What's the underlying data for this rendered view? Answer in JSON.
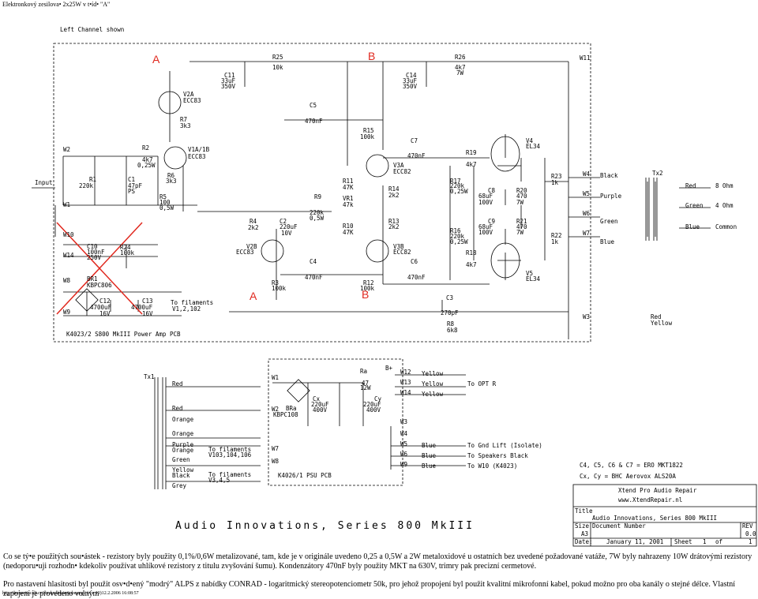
{
  "page": {
    "header": "Elektronkový zesilova• 2x25W v t•íd• \"A\"",
    "footer": "http://home.tiscali.cz/flashedbrain/tubeamp/ (4 z 10)12.2.2006 16:08:57",
    "paragraph1": "Co se tý•e použitých sou•ástek - rezistory byly použity 0,1%/0,6W metalizované, tam, kde je v originále uvedeno 0,25 a 0,5W a 2W metaloxidové u ostatních bez uvedené požadované vatáže, 7W byly nahrazeny 10W drátovými rezistory (nedoporu•uji rozhodn• kdekoliv používat uhlíkové rezistory z titulu zvyšování šumu). Kondenzátory 470nF byly použity MKT na 630V, trimry pak precizní cermetové.",
    "paragraph2": "Pro nastavení hlasitosti byl použit osv•d•ený \"modrý\" ALPS z nabídky CONRAD - logaritmický stereopotenciometr 50k, pro jehož propojení byl použit kvalitní mikrofonní kabel, pokud možno pro oba kanály o stejné délce. Vlastní zapojení je provedeno volným"
  },
  "schematic": {
    "left_channel": "Left Channel shown",
    "series_title": "Audio Innovations, Series 800 MkIII",
    "power_pcb": "K4023/2 S800 MkIII Power Amp PCB",
    "psu_pcb": "K4026/1 PSU PCB",
    "markers": {
      "a1": "A",
      "b1": "B",
      "a2": "A",
      "b2": "B"
    },
    "input": "Input",
    "wires": [
      "W2",
      "W1",
      "W10",
      "W14",
      "W8",
      "W9",
      "W11",
      "W4",
      "W5",
      "W6",
      "W7",
      "W3"
    ],
    "labels": [
      {
        "id": "r25",
        "t": "R25"
      },
      {
        "id": "r25v",
        "t": "10k"
      },
      {
        "id": "c11",
        "t": "C11"
      },
      {
        "id": "c11a",
        "t": "33uF"
      },
      {
        "id": "c11b",
        "t": "350V"
      },
      {
        "id": "v2a",
        "t": "V2A"
      },
      {
        "id": "v2at",
        "t": "ECC83"
      },
      {
        "id": "r26",
        "t": "R26"
      },
      {
        "id": "r26a",
        "t": "4k7"
      },
      {
        "id": "r26b",
        "t": "7W"
      },
      {
        "id": "c14",
        "t": "C14"
      },
      {
        "id": "c14a",
        "t": "33uF"
      },
      {
        "id": "c14b",
        "t": "350V"
      },
      {
        "id": "c5",
        "t": "C5"
      },
      {
        "id": "c5v",
        "t": "470nF"
      },
      {
        "id": "r7",
        "t": "R7"
      },
      {
        "id": "r7v",
        "t": "3k3"
      },
      {
        "id": "r15",
        "t": "R15"
      },
      {
        "id": "r15v",
        "t": "100k"
      },
      {
        "id": "c7",
        "t": "C7"
      },
      {
        "id": "c7v",
        "t": "470nF"
      },
      {
        "id": "v4",
        "t": "V4"
      },
      {
        "id": "v4t",
        "t": "EL34"
      },
      {
        "id": "r2",
        "t": "R2"
      },
      {
        "id": "r2a",
        "t": "4k7"
      },
      {
        "id": "r2b",
        "t": "0,25W"
      },
      {
        "id": "v1a",
        "t": "V1A/1B"
      },
      {
        "id": "v1at",
        "t": "ECC83"
      },
      {
        "id": "r19",
        "t": "R19"
      },
      {
        "id": "r19v",
        "t": "4k7"
      },
      {
        "id": "v3a",
        "t": "V3A"
      },
      {
        "id": "v3at",
        "t": "ECC82"
      },
      {
        "id": "r23",
        "t": "R23"
      },
      {
        "id": "r23v",
        "t": "1k"
      },
      {
        "id": "r1",
        "t": "R1"
      },
      {
        "id": "r1v",
        "t": "220k"
      },
      {
        "id": "c1",
        "t": "C1"
      },
      {
        "id": "c1a",
        "t": "47pF"
      },
      {
        "id": "c1b",
        "t": "PS"
      },
      {
        "id": "r6",
        "t": "R6"
      },
      {
        "id": "r6v",
        "t": "3k3"
      },
      {
        "id": "r11",
        "t": "R11"
      },
      {
        "id": "r11v",
        "t": "47K"
      },
      {
        "id": "r17",
        "t": "R17"
      },
      {
        "id": "r17a",
        "t": "220k"
      },
      {
        "id": "r17b",
        "t": "0,25W"
      },
      {
        "id": "r14",
        "t": "R14"
      },
      {
        "id": "r14v",
        "t": "2k2"
      },
      {
        "id": "c8",
        "t": "C8"
      },
      {
        "id": "c8a",
        "t": "68uF"
      },
      {
        "id": "c8b",
        "t": "100V"
      },
      {
        "id": "r20",
        "t": "R20"
      },
      {
        "id": "r20a",
        "t": "470"
      },
      {
        "id": "r20b",
        "t": "7W"
      },
      {
        "id": "r5",
        "t": "R5"
      },
      {
        "id": "r5a",
        "t": "100"
      },
      {
        "id": "r5b",
        "t": "0,5W"
      },
      {
        "id": "r9",
        "t": "R9"
      },
      {
        "id": "r9a",
        "t": "220k"
      },
      {
        "id": "r9b",
        "t": "0,5W"
      },
      {
        "id": "vr1",
        "t": "VR1"
      },
      {
        "id": "vr1v",
        "t": "47k"
      },
      {
        "id": "r4",
        "t": "R4"
      },
      {
        "id": "r4v",
        "t": "2k2"
      },
      {
        "id": "c2",
        "t": "C2"
      },
      {
        "id": "c2a",
        "t": "220uF"
      },
      {
        "id": "c2b",
        "t": "10V"
      },
      {
        "id": "r10",
        "t": "R10"
      },
      {
        "id": "r10v",
        "t": "47K"
      },
      {
        "id": "r13",
        "t": "R13"
      },
      {
        "id": "r13v",
        "t": "2k2"
      },
      {
        "id": "r16",
        "t": "R16"
      },
      {
        "id": "r16a",
        "t": "220k"
      },
      {
        "id": "r16b",
        "t": "0,25W"
      },
      {
        "id": "c9",
        "t": "C9"
      },
      {
        "id": "c9a",
        "t": "68uF"
      },
      {
        "id": "c9b",
        "t": "100V"
      },
      {
        "id": "r21",
        "t": "R21"
      },
      {
        "id": "r21a",
        "t": "470"
      },
      {
        "id": "r21b",
        "t": "7W"
      },
      {
        "id": "r22",
        "t": "R22"
      },
      {
        "id": "r22v",
        "t": "1k"
      },
      {
        "id": "c10",
        "t": "C10"
      },
      {
        "id": "c10a",
        "t": "100nF"
      },
      {
        "id": "c10b",
        "t": "250V"
      },
      {
        "id": "r24",
        "t": "R24"
      },
      {
        "id": "r24v",
        "t": "100k"
      },
      {
        "id": "v2b",
        "t": "V2B"
      },
      {
        "id": "v2bt",
        "t": "ECC83"
      },
      {
        "id": "v3b",
        "t": "V3B"
      },
      {
        "id": "v3bt",
        "t": "ECC82"
      },
      {
        "id": "r18",
        "t": "R18"
      },
      {
        "id": "r18v",
        "t": "4k7"
      },
      {
        "id": "c4",
        "t": "C4"
      },
      {
        "id": "c4v",
        "t": "470nF"
      },
      {
        "id": "c6",
        "t": "C6"
      },
      {
        "id": "c6v",
        "t": "470nF"
      },
      {
        "id": "v5",
        "t": "V5"
      },
      {
        "id": "v5t",
        "t": "EL34"
      },
      {
        "id": "r3",
        "t": "R3"
      },
      {
        "id": "r3v",
        "t": "100k"
      },
      {
        "id": "r12",
        "t": "R12"
      },
      {
        "id": "r12v",
        "t": "100k"
      },
      {
        "id": "br1",
        "t": "BR1"
      },
      {
        "id": "br1t",
        "t": "KBPC806"
      },
      {
        "id": "c12",
        "t": "C12"
      },
      {
        "id": "c12a",
        "t": "4700uF"
      },
      {
        "id": "c12b",
        "t": "16V"
      },
      {
        "id": "c13",
        "t": "C13"
      },
      {
        "id": "c13a",
        "t": "4700uF"
      },
      {
        "id": "c13b",
        "t": "16V"
      },
      {
        "id": "fil1",
        "t": "To filaments"
      },
      {
        "id": "fil1b",
        "t": "V1,2,102"
      },
      {
        "id": "c3",
        "t": "C3"
      },
      {
        "id": "c3v",
        "t": "270pF"
      },
      {
        "id": "r8",
        "t": "R8"
      },
      {
        "id": "r8v",
        "t": "6k8"
      },
      {
        "id": "tx2",
        "t": "Tx2"
      },
      {
        "id": "black",
        "t": "Black"
      },
      {
        "id": "purple",
        "t": "Purple"
      },
      {
        "id": "green",
        "t": "Green"
      },
      {
        "id": "blue",
        "t": "Blue"
      },
      {
        "id": "red",
        "t": "Red"
      },
      {
        "id": "green2",
        "t": "Green"
      },
      {
        "id": "blue2",
        "t": "Blue"
      },
      {
        "id": "ohm8",
        "t": "8 Ohm"
      },
      {
        "id": "ohm4",
        "t": "4 Ohm"
      },
      {
        "id": "common",
        "t": "Common"
      },
      {
        "id": "redy1",
        "t": "Red"
      },
      {
        "id": "redy2",
        "t": "Yellow"
      },
      {
        "id": "tx1",
        "t": "Tx1"
      },
      {
        "id": "t1red",
        "t": "Red"
      },
      {
        "id": "t1red2",
        "t": "Red"
      },
      {
        "id": "t1or",
        "t": "Orange"
      },
      {
        "id": "t1or2",
        "t": "Orange"
      },
      {
        "id": "t1pu",
        "t": "Purple"
      },
      {
        "id": "t1or3",
        "t": "Orange"
      },
      {
        "id": "t1gr",
        "t": "Green"
      },
      {
        "id": "t1ye",
        "t": "Yellow"
      },
      {
        "id": "t1bl",
        "t": "Black"
      },
      {
        "id": "t1grey",
        "t": "Grey"
      },
      {
        "id": "fil2",
        "t": "To filaments"
      },
      {
        "id": "fil2b",
        "t": "V103,104,106"
      },
      {
        "id": "fil3",
        "t": "To filaments"
      },
      {
        "id": "fil3b",
        "t": "V3,4,5"
      },
      {
        "id": "ra",
        "t": "Ra"
      },
      {
        "id": "ra1",
        "t": "47"
      },
      {
        "id": "ra2",
        "t": "12W"
      },
      {
        "id": "bplus",
        "t": "B+"
      },
      {
        "id": "cx",
        "t": "Cx"
      },
      {
        "id": "cxa",
        "t": "220uF"
      },
      {
        "id": "cxb",
        "t": "400V"
      },
      {
        "id": "cy",
        "t": "Cy"
      },
      {
        "id": "cya",
        "t": "220uF"
      },
      {
        "id": "cyb",
        "t": "400V"
      },
      {
        "id": "bra",
        "t": "BRa"
      },
      {
        "id": "brat",
        "t": "KBPC108"
      },
      {
        "id": "pw1",
        "t": "W1"
      },
      {
        "id": "pw2",
        "t": "W2"
      },
      {
        "id": "pw7",
        "t": "W7"
      },
      {
        "id": "pw8",
        "t": "W8"
      },
      {
        "id": "pw12",
        "t": "W12"
      },
      {
        "id": "pw13",
        "t": "W13"
      },
      {
        "id": "pw14",
        "t": "W14"
      },
      {
        "id": "pw3",
        "t": "W3"
      },
      {
        "id": "pw4",
        "t": "W4"
      },
      {
        "id": "pw5",
        "t": "W5"
      },
      {
        "id": "pw6",
        "t": "W6"
      },
      {
        "id": "pw9",
        "t": "W9"
      },
      {
        "id": "ye1",
        "t": "Yellow"
      },
      {
        "id": "ye2",
        "t": "Yellow"
      },
      {
        "id": "ye3",
        "t": "Yellow"
      },
      {
        "id": "toopt",
        "t": "To OPT R"
      },
      {
        "id": "bl1",
        "t": "Blue"
      },
      {
        "id": "bl2",
        "t": "Blue"
      },
      {
        "id": "bl3",
        "t": "Blue"
      },
      {
        "id": "gnd",
        "t": "To Gnd Lift (Isolate)"
      },
      {
        "id": "spk",
        "t": "To Speakers Black"
      },
      {
        "id": "w10",
        "t": "To W10 (K4023)"
      },
      {
        "id": "note1",
        "t": "C4, C5, C6 & C7 = ERO MKT1822"
      },
      {
        "id": "note2",
        "t": "Cx, Cy = BHC Aerovox ALS20A"
      },
      {
        "id": "xt1",
        "t": "Xtend Pro Audio Repair"
      },
      {
        "id": "xt2",
        "t": "www.XtendRepair.nl"
      },
      {
        "id": "tbtitle",
        "t": "Title"
      },
      {
        "id": "tbtitlev",
        "t": "Audio Innovations, Series 800 MkIII"
      },
      {
        "id": "tbsize",
        "t": "Size"
      },
      {
        "id": "tbdocnum",
        "t": "Document Number"
      },
      {
        "id": "tbrev",
        "t": "REV"
      },
      {
        "id": "tbsizev",
        "t": "A3"
      },
      {
        "id": "tbrevv",
        "t": "0.0"
      },
      {
        "id": "tbdate",
        "t": "Date:"
      },
      {
        "id": "tbdatev",
        "t": "January 11, 2001"
      },
      {
        "id": "tbsheet",
        "t": "Sheet"
      },
      {
        "id": "tbof1",
        "t": "1"
      },
      {
        "id": "tbof",
        "t": "of"
      },
      {
        "id": "tbof2",
        "t": "1"
      }
    ]
  }
}
